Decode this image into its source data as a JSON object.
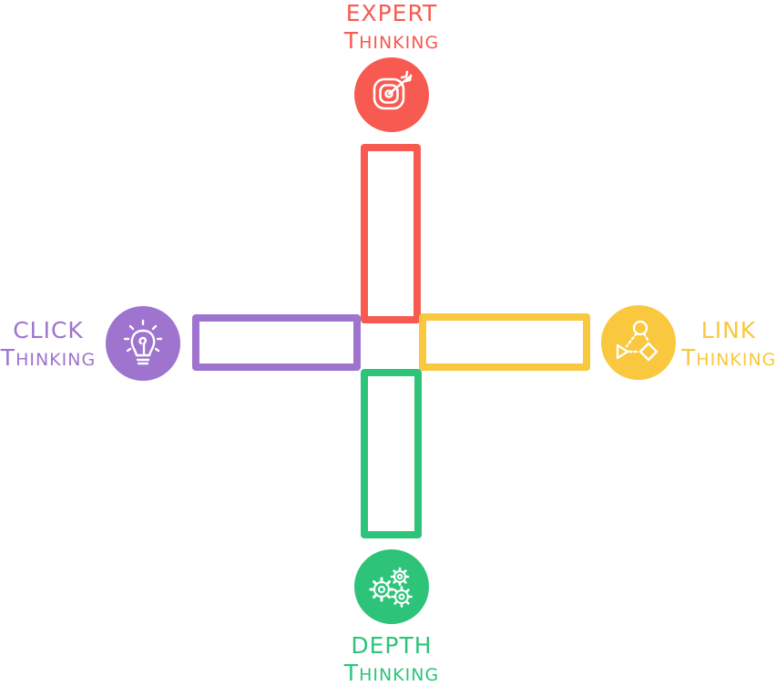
{
  "colors": {
    "expert": "#f75a50",
    "click": "#9e74cf",
    "link": "#f9c83f",
    "depth": "#2dc47a"
  },
  "nodes": {
    "expert": {
      "line1": "EXPERT",
      "line2_first": "T",
      "line2_rest": "HINKING",
      "icon": "target-icon"
    },
    "click": {
      "line1": "CLICK",
      "line2_first": "T",
      "line2_rest": "HINKING",
      "icon": "lightbulb-icon"
    },
    "link": {
      "line1": "LINK",
      "line2_first": "T",
      "line2_rest": "HINKING",
      "icon": "flowchart-icon"
    },
    "depth": {
      "line1": "DEPTH",
      "line2_first": "T",
      "line2_rest": "HINKING",
      "icon": "gears-icon"
    }
  }
}
